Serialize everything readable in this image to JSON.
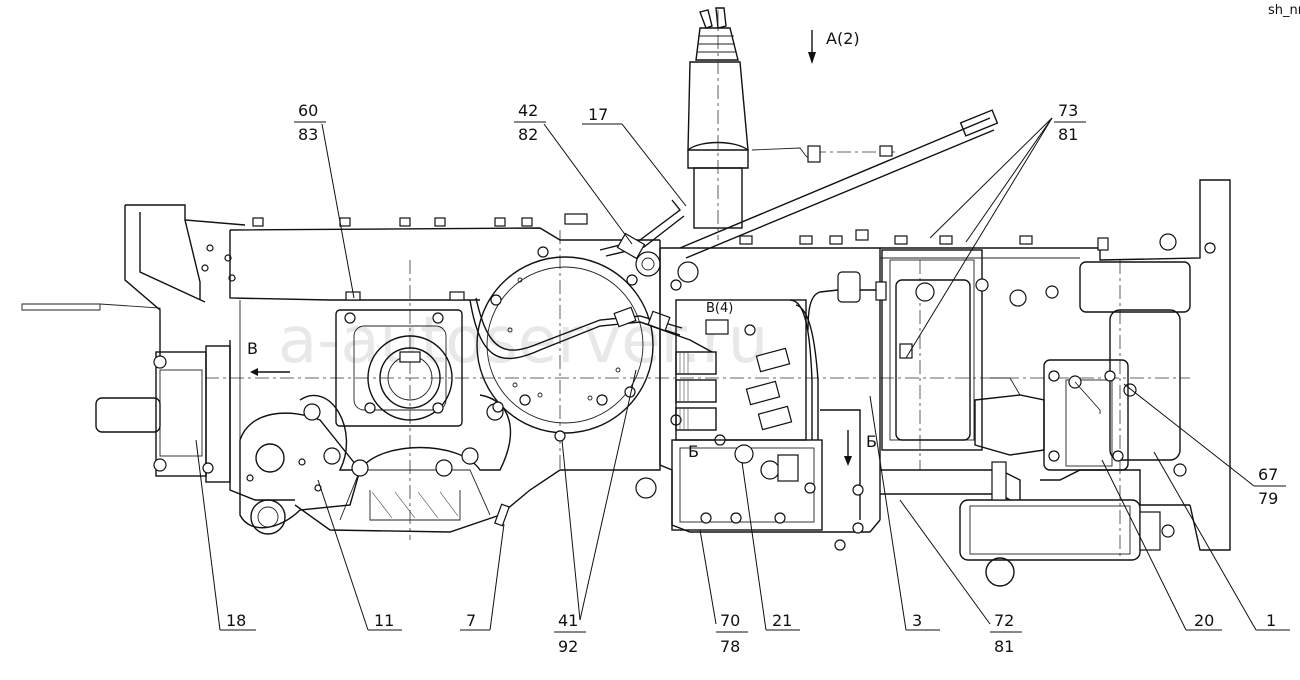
{
  "view_title": "А(2)",
  "watermark": "a-autoserver.ru",
  "corner_mark": "sh_nnn",
  "section_marks": {
    "b_left": "В",
    "b_right": "В(4)",
    "cut_left": "Б",
    "cut_right": "Б"
  },
  "callouts": [
    {
      "id": "60-83",
      "top": "60",
      "bottom": "83"
    },
    {
      "id": "42-82",
      "top": "42",
      "bottom": "82"
    },
    {
      "id": "17",
      "top": "17"
    },
    {
      "id": "73-81",
      "top": "73",
      "bottom": "81"
    },
    {
      "id": "67-79",
      "top": "67",
      "bottom": "79"
    },
    {
      "id": "18",
      "top": "18"
    },
    {
      "id": "11",
      "top": "11"
    },
    {
      "id": "7",
      "top": "7"
    },
    {
      "id": "41-92",
      "top": "41",
      "bottom": "92"
    },
    {
      "id": "70-78",
      "top": "70",
      "bottom": "78"
    },
    {
      "id": "21",
      "top": "21"
    },
    {
      "id": "3",
      "top": "3"
    },
    {
      "id": "72-81",
      "top": "72",
      "bottom": "81"
    },
    {
      "id": "20",
      "top": "20"
    },
    {
      "id": "1",
      "top": "1"
    }
  ]
}
